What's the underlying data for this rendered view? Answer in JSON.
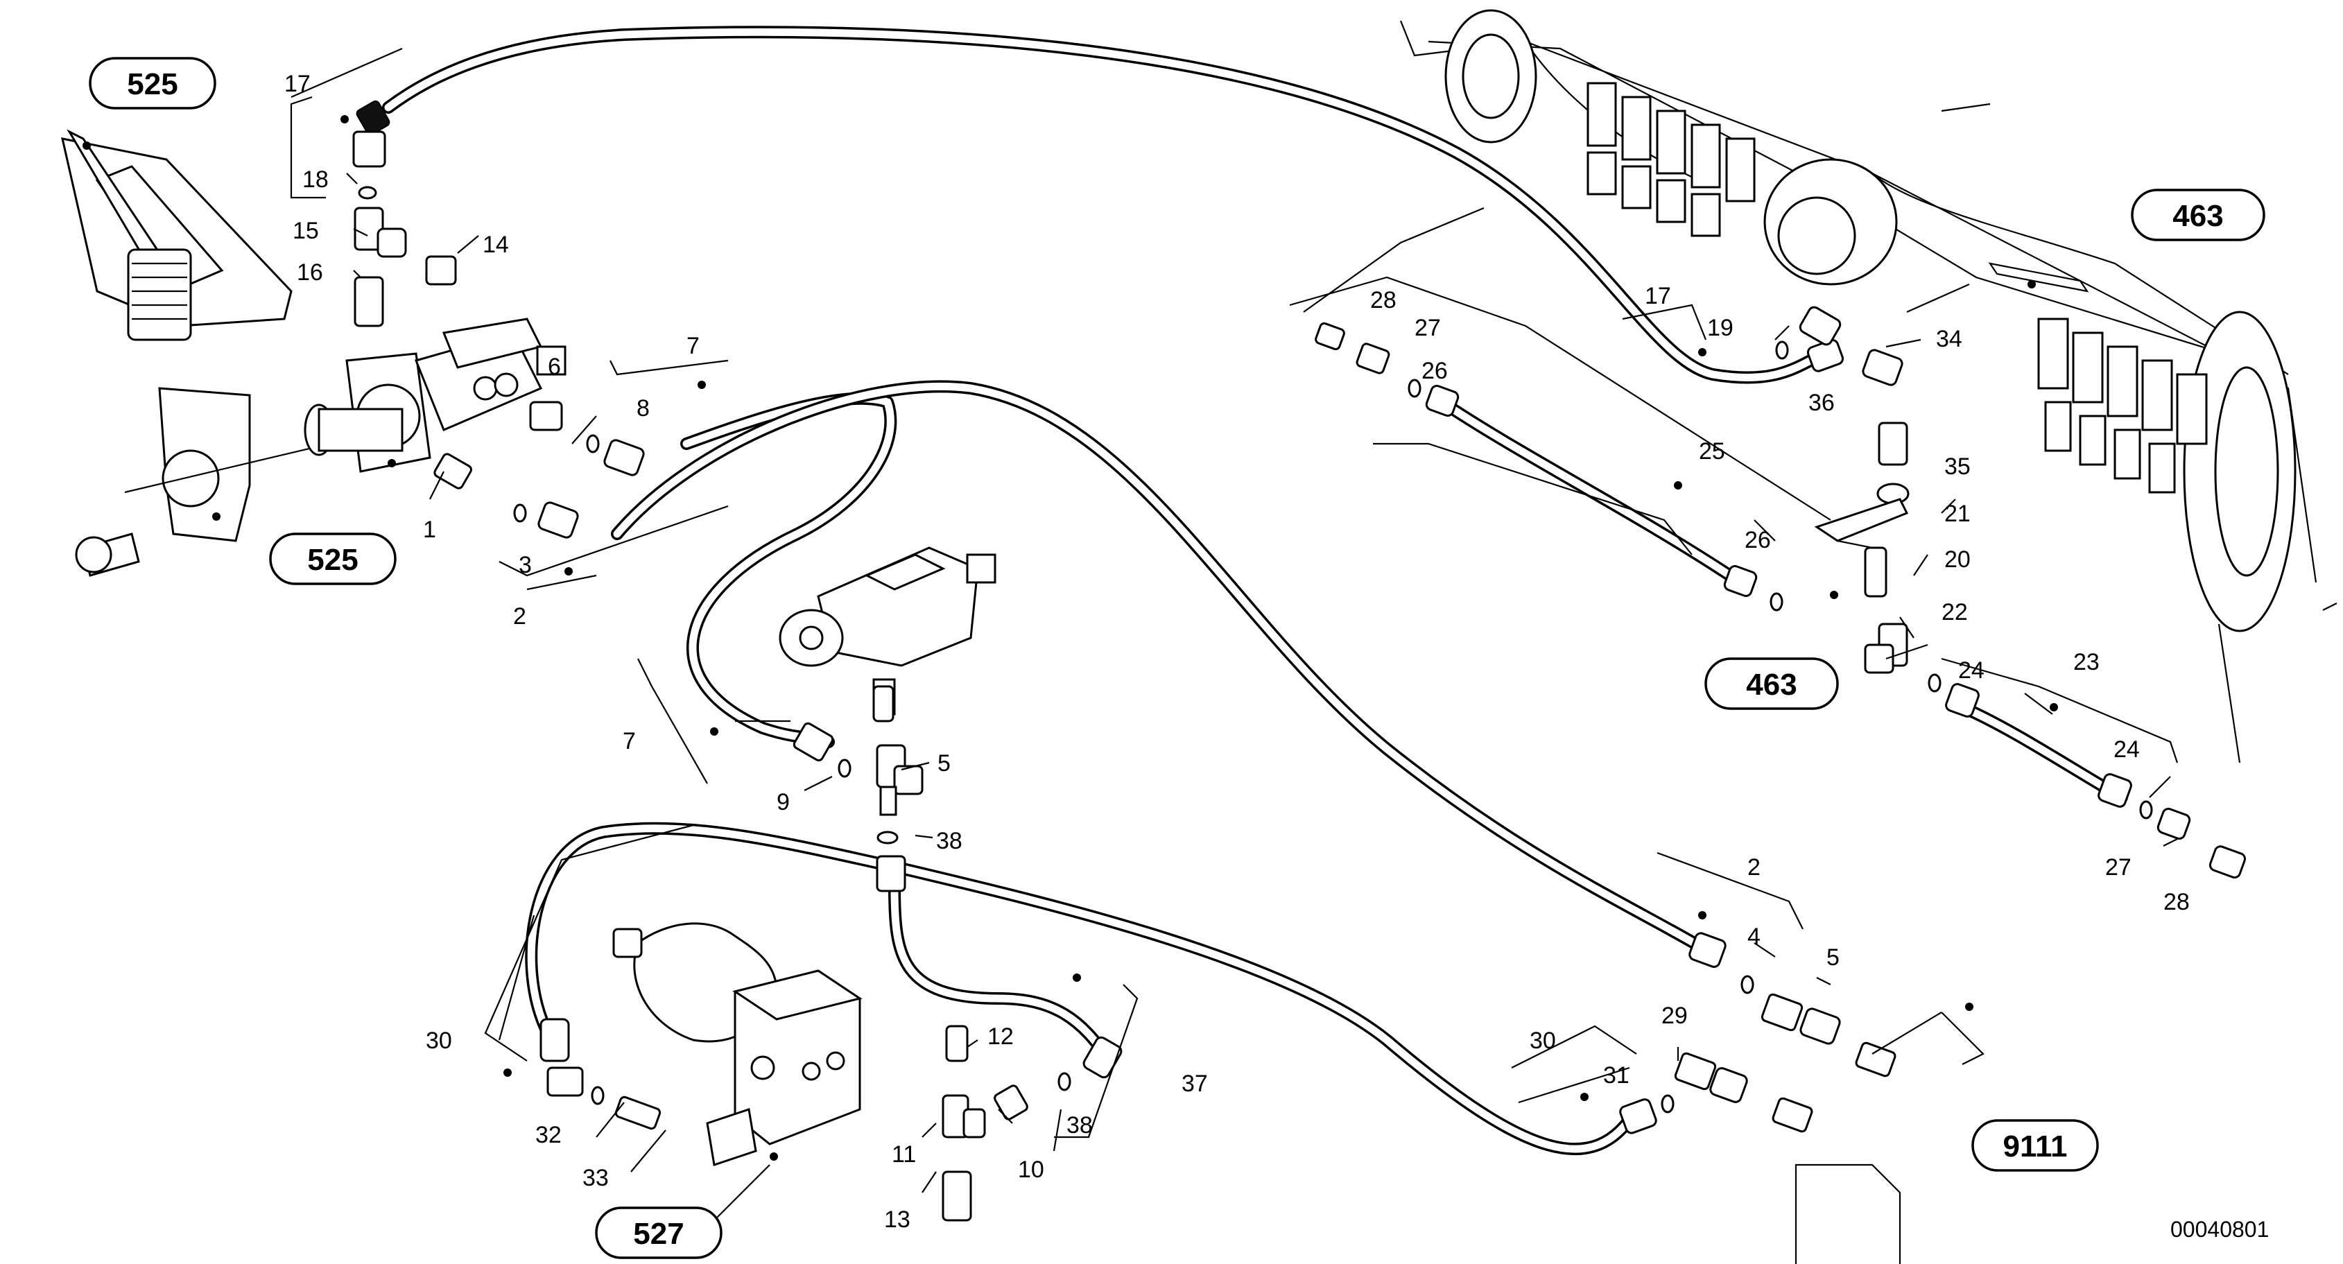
{
  "diagram": {
    "callouts": [
      {
        "id": "c1",
        "label": "1"
      },
      {
        "id": "c2a",
        "label": "2"
      },
      {
        "id": "c2b",
        "label": "2"
      },
      {
        "id": "c3",
        "label": "3"
      },
      {
        "id": "c4",
        "label": "4"
      },
      {
        "id": "c5a",
        "label": "5"
      },
      {
        "id": "c5b",
        "label": "5"
      },
      {
        "id": "c6",
        "label": "6"
      },
      {
        "id": "c7a",
        "label": "7"
      },
      {
        "id": "c7b",
        "label": "7"
      },
      {
        "id": "c8",
        "label": "8"
      },
      {
        "id": "c9",
        "label": "9"
      },
      {
        "id": "c10",
        "label": "10"
      },
      {
        "id": "c11",
        "label": "11"
      },
      {
        "id": "c12",
        "label": "12"
      },
      {
        "id": "c13",
        "label": "13"
      },
      {
        "id": "c14",
        "label": "14"
      },
      {
        "id": "c15",
        "label": "15"
      },
      {
        "id": "c16",
        "label": "16"
      },
      {
        "id": "c17a",
        "label": "17"
      },
      {
        "id": "c17b",
        "label": "17"
      },
      {
        "id": "c18",
        "label": "18"
      },
      {
        "id": "c19",
        "label": "19"
      },
      {
        "id": "c20",
        "label": "20"
      },
      {
        "id": "c21",
        "label": "21"
      },
      {
        "id": "c22",
        "label": "22"
      },
      {
        "id": "c23",
        "label": "23"
      },
      {
        "id": "c24a",
        "label": "24"
      },
      {
        "id": "c24b",
        "label": "24"
      },
      {
        "id": "c25",
        "label": "25"
      },
      {
        "id": "c26a",
        "label": "26"
      },
      {
        "id": "c26b",
        "label": "26"
      },
      {
        "id": "c27a",
        "label": "27"
      },
      {
        "id": "c27b",
        "label": "27"
      },
      {
        "id": "c28a",
        "label": "28"
      },
      {
        "id": "c28b",
        "label": "28"
      },
      {
        "id": "c29",
        "label": "29"
      },
      {
        "id": "c30a",
        "label": "30"
      },
      {
        "id": "c30b",
        "label": "30"
      },
      {
        "id": "c31",
        "label": "31"
      },
      {
        "id": "c32",
        "label": "32"
      },
      {
        "id": "c33",
        "label": "33"
      },
      {
        "id": "c34",
        "label": "34"
      },
      {
        "id": "c35",
        "label": "35"
      },
      {
        "id": "c36",
        "label": "36"
      },
      {
        "id": "c37",
        "label": "37"
      },
      {
        "id": "c38a",
        "label": "38"
      },
      {
        "id": "c38b",
        "label": "38"
      }
    ],
    "references": [
      {
        "id": "r525a",
        "label": "525"
      },
      {
        "id": "r525b",
        "label": "525"
      },
      {
        "id": "r463a",
        "label": "463"
      },
      {
        "id": "r463b",
        "label": "463"
      },
      {
        "id": "r527",
        "label": "527"
      },
      {
        "id": "r9111",
        "label": "9111"
      }
    ],
    "document_id": "00040801"
  }
}
